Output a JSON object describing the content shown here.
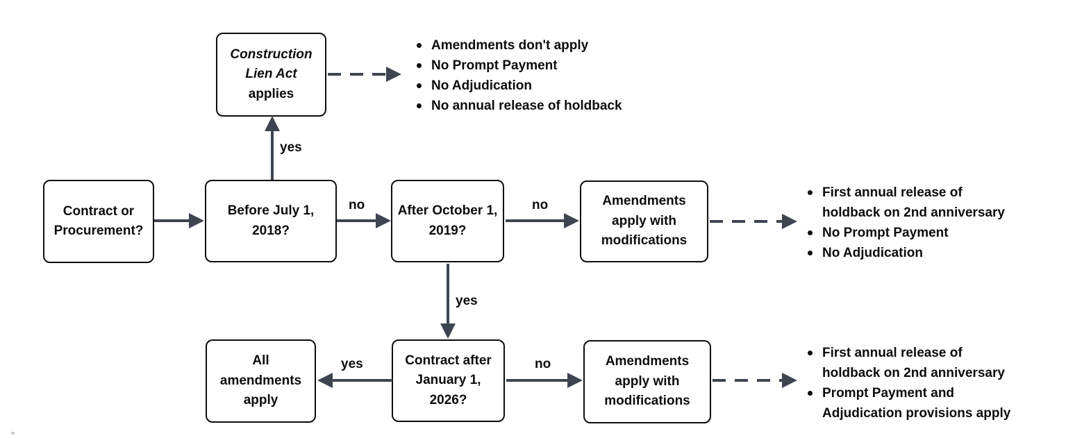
{
  "palette": {
    "background": "#ffffff",
    "arrow": "#3e4551",
    "box_border": "#0d0d0d",
    "text": "#0c0d0f"
  },
  "nodes": {
    "start": {
      "text": "Contract or Procurement?"
    },
    "q_before_july_2018": {
      "text": "Before July 1, 2018?"
    },
    "outcome_cla_applies": {
      "title": "Construction Lien Act",
      "suffix": "applies"
    },
    "q_after_october_2019": {
      "text": "After October 1, 2019?"
    },
    "outcome_amendments_modified_1": {
      "text": "Amendments apply with modifications"
    },
    "outcome_all_amendments": {
      "text": "All amendments apply"
    },
    "q_contract_after_jan_2026": {
      "text": "Contract after January 1, 2026?"
    },
    "outcome_amendments_modified_2": {
      "text": "Amendments apply with modifications"
    }
  },
  "edge_labels": {
    "before2018_yes": "yes",
    "before2018_no": "no",
    "after2019_no": "no",
    "after2019_yes": "yes",
    "after2026_yes": "yes",
    "after2026_no": "no"
  },
  "outcome_lists": {
    "cla": {
      "items": [
        "Amendments don't apply",
        "No Prompt Payment",
        "No Adjudication",
        "No annual release of holdback"
      ]
    },
    "modified_pre2019": {
      "items": [
        "First annual release of holdback on 2nd anniversary",
        "No Prompt Payment",
        "No Adjudication"
      ]
    },
    "modified_post2019": {
      "items": [
        "First annual release of holdback on 2nd anniversary",
        "Prompt Payment and Adjudication provisions apply"
      ]
    }
  }
}
